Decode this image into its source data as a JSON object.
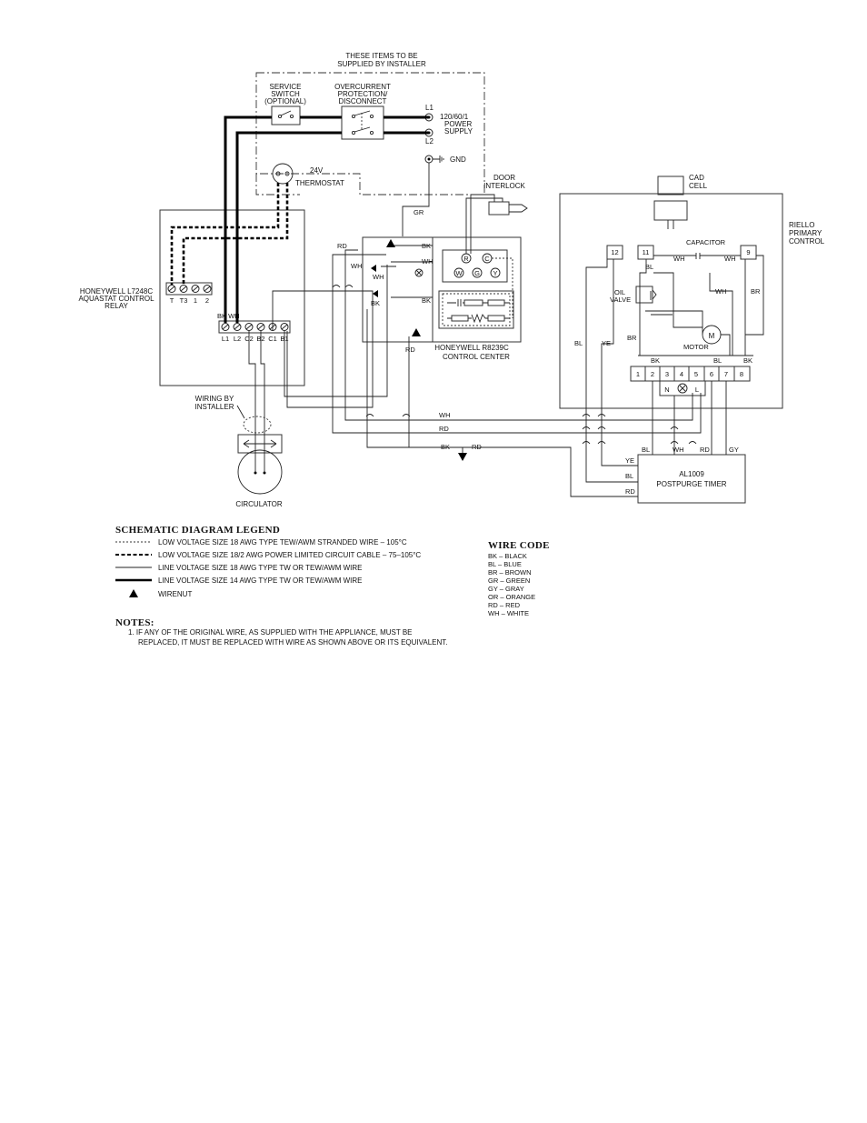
{
  "installer": {
    "title_line1": "THESE ITEMS TO BE",
    "title_line2": "SUPPLIED BY INSTALLER",
    "service_switch": [
      "SERVICE",
      "SWITCH",
      "(OPTIONAL)"
    ],
    "overcurrent": [
      "OVERCURRENT",
      "PROTECTION/",
      "DISCONNECT"
    ],
    "l1": "L1",
    "l2": "L2",
    "power_supply": [
      "120/60/1",
      "POWER",
      "SUPPLY"
    ],
    "gnd": "GND",
    "thermostat": [
      "24V",
      "THERMOSTAT"
    ]
  },
  "aquastat": {
    "label": [
      "HONEYWELL L7248C",
      "AQUASTAT CONTROL",
      "RELAY"
    ],
    "top_terminals": [
      "T",
      "T3",
      "1",
      "2"
    ],
    "bottom_terminals": [
      "L1",
      "L2",
      "C2",
      "B2",
      "C1",
      "B1"
    ],
    "bk_wh": "BK WH"
  },
  "control_center": {
    "label": [
      "HONEYWELL R8239C",
      "CONTROL CENTER"
    ],
    "terminals": [
      "R",
      "C",
      "W",
      "G",
      "Y"
    ],
    "door_interlock": [
      "DOOR",
      "INTERLOCK"
    ]
  },
  "riello": {
    "label": [
      "RIELLO",
      "PRIMARY",
      "CONTROL"
    ],
    "cad_cell": [
      "CAD",
      "CELL"
    ],
    "capacitor": "CAPACITOR",
    "oil_valve": [
      "OIL",
      "VALVE"
    ],
    "motor": "MOTOR",
    "motor_symbol": "M",
    "boxes": [
      "12",
      "11",
      "9"
    ],
    "strip": [
      "1",
      "2",
      "3",
      "4",
      "5",
      "6",
      "7",
      "8"
    ],
    "n": "N",
    "l": "L"
  },
  "timer": {
    "label": [
      "AL1009",
      "POSTPURGE TIMER"
    ]
  },
  "circulator": {
    "wiring_by": [
      "WIRING BY",
      "INSTALLER"
    ],
    "label": "CIRCULATOR"
  },
  "wire_labels": {
    "gr": "GR",
    "rd": "RD",
    "bk": "BK",
    "wh": "WH",
    "bl": "BL",
    "br": "BR",
    "ye": "YE",
    "gy": "GY"
  },
  "legend": {
    "title": "SCHEMATIC DIAGRAM LEGEND",
    "items": [
      "LOW VOLTAGE SIZE 18 AWG TYPE TEW/AWM STRANDED WIRE  –  105°C",
      "LOW VOLTAGE SIZE 18/2 AWG POWER LIMITED CIRCUIT CABLE  –  75–105°C",
      "LINE VOLTAGE SIZE 18 AWG TYPE TW OR TEW/AWM WIRE",
      "LINE VOLTAGE SIZE 14 AWG TYPE TW OR TEW/AWM WIRE",
      "WIRENUT"
    ]
  },
  "wire_code": {
    "title": "WIRE CODE",
    "items": [
      "BK  –  BLACK",
      "BL  –  BLUE",
      "BR  –  BROWN",
      "GR  –  GREEN",
      "GY  –  GRAY",
      "OR  –  ORANGE",
      "RD  –  RED",
      "WH  –  WHITE"
    ]
  },
  "notes": {
    "title": "NOTES:",
    "line1": "1.  IF ANY OF THE ORIGINAL WIRE, AS SUPPLIED WITH THE APPLIANCE, MUST BE",
    "line2": "REPLACED, IT MUST BE REPLACED WITH WIRE AS SHOWN ABOVE OR ITS EQUIVALENT."
  }
}
